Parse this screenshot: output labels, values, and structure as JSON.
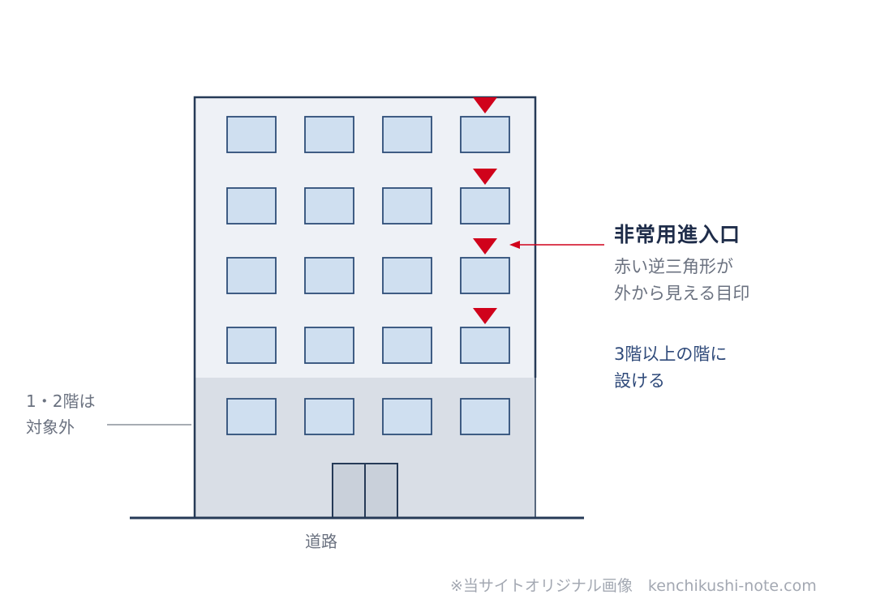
{
  "labels": {
    "title": "非常用進入口",
    "description_line1": "赤い逆三角形が",
    "description_line2": "外から見える目印",
    "rule_line1": "3階以上の階に",
    "rule_line2": "設ける",
    "side_line1": "1・2階は",
    "side_line2": "対象外",
    "road": "道路",
    "credit": "※当サイトオリジナル画像　kenchikushi-note.com"
  },
  "building": {
    "floors_total": 5,
    "windows_per_floor": 4,
    "entry_marker_floors": [
      3,
      4,
      5
    ]
  },
  "colors": {
    "outline": "#263a57",
    "upper_wall": "#eef1f6",
    "lower_wall": "#d9dee6",
    "window_fill": "#cfdff0",
    "window_stroke": "#2d4d78",
    "marker": "#d0021b",
    "door_fill": "#c9d0da"
  }
}
